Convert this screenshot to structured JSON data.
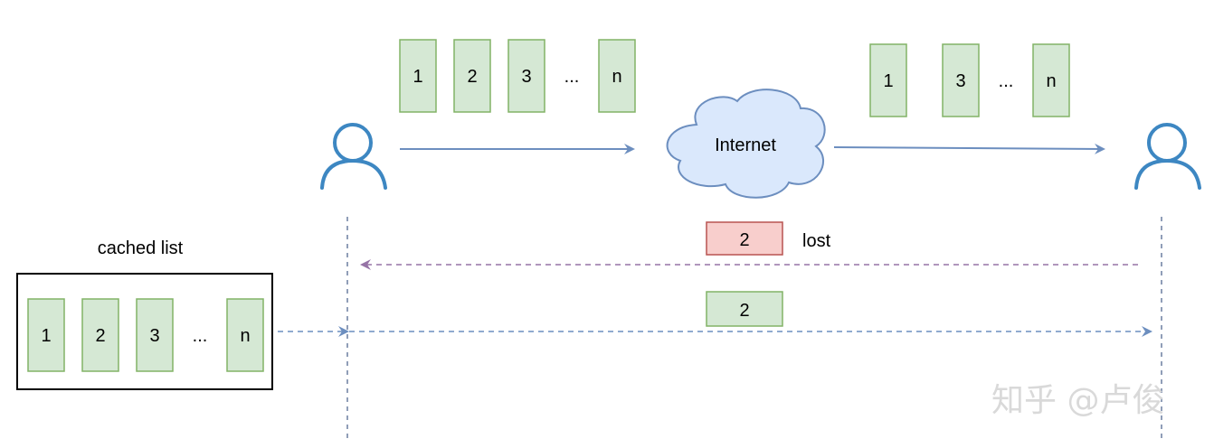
{
  "colors": {
    "packet_fill": "#d5e8d4",
    "packet_stroke": "#82b366",
    "lost_fill": "#f8cecc",
    "lost_stroke": "#b85450",
    "user_icon": "#3d87c2",
    "arrow": "#6c8ebf",
    "lost_arrow": "#9673a6",
    "lifeline": "#6c7fa0",
    "cloud_fill": "#dae8fc",
    "cloud_stroke": "#6c8ebf"
  },
  "icons": {
    "sender": "user-icon",
    "receiver": "user-icon",
    "network": "cloud-icon"
  },
  "sent_packets": [
    "1",
    "2",
    "3",
    "...",
    "n"
  ],
  "received_packets": [
    "1",
    "3",
    "...",
    "n"
  ],
  "cloud_label": "Internet",
  "lost_packet": {
    "label": "2",
    "status": "lost"
  },
  "retransmit_packet": {
    "label": "2"
  },
  "cache": {
    "title": "cached list",
    "packets": [
      "1",
      "2",
      "3",
      "...",
      "n"
    ]
  },
  "watermark": "知乎 @卢俊"
}
